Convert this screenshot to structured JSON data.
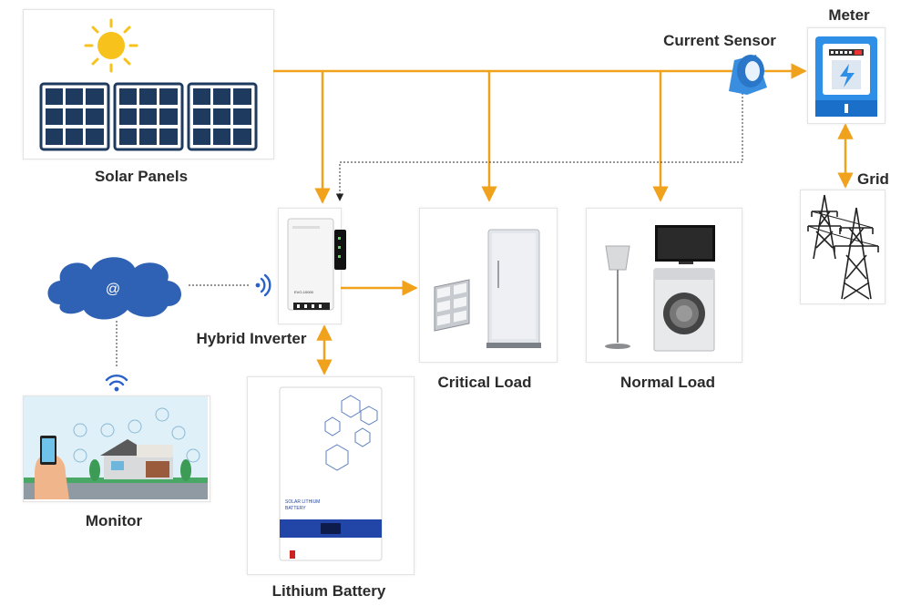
{
  "labels": {
    "solar_panels": "Solar Panels",
    "current_sensor": "Current Sensor",
    "meter": "Meter",
    "grid": "Grid",
    "hybrid_inverter": "Hybrid Inverter",
    "critical_load": "Critical Load",
    "normal_load": "Normal Load",
    "monitor": "Monitor",
    "lithium_battery": "Lithium Battery"
  },
  "cloud_symbol": "@",
  "inverter_model": "EVO-10000",
  "battery_text": {
    "line1": "SOLAR LITHIUM",
    "line2": "BATTERY"
  },
  "colors": {
    "power_line": "#f0a21c",
    "data_line": "#555555",
    "cloud": "#2f62b5",
    "meter": "#2f8ee6",
    "battery_band": "#2246a8",
    "panel": "#1e3a5f",
    "sun": "#f7c21b"
  },
  "icons": [
    "sun-icon",
    "solar-panel-icon",
    "current-sensor-icon",
    "meter-icon",
    "pylon-icon",
    "cloud-icon",
    "wifi-icon",
    "inverter-icon",
    "fridge-icon",
    "floodlight-icon",
    "lamp-icon",
    "tv-icon",
    "washer-icon",
    "smart-home-icon",
    "battery-icon"
  ]
}
